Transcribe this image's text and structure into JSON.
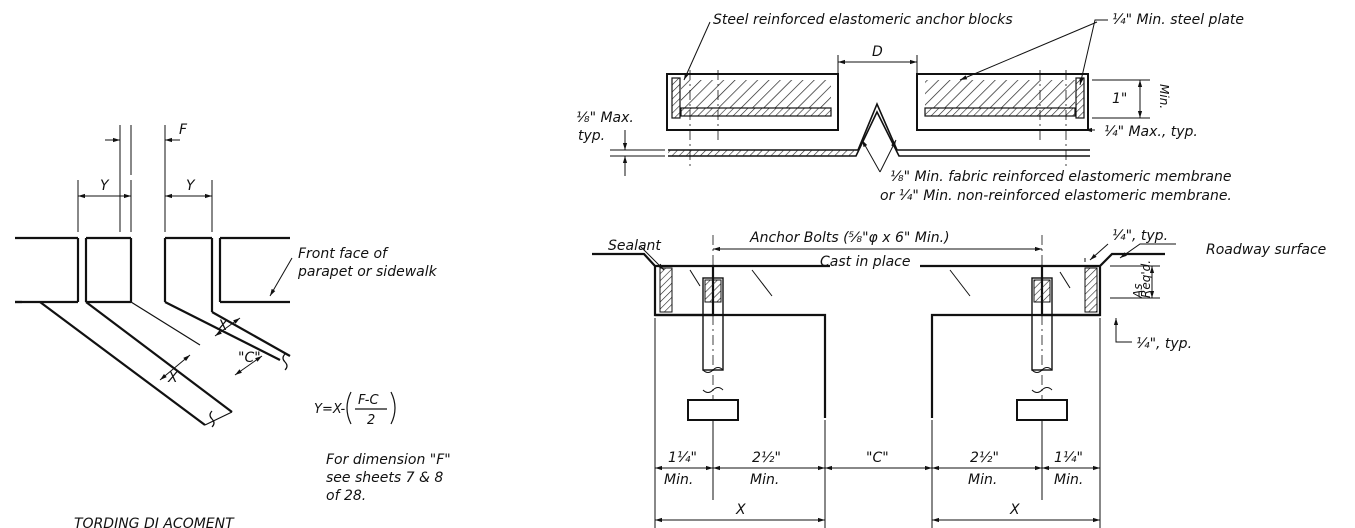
{
  "labels": {
    "dim_F": "F",
    "dim_Y_left": "Y",
    "dim_Y_right": "Y",
    "front_face_1": "Front face of",
    "front_face_2": "parapet or sidewalk",
    "dim_X_skew_a": "X",
    "dim_X_skew_b": "X",
    "dim_C_skew": "\"C\"",
    "formula_prefix": "Y=X-",
    "formula_num": "F-C",
    "formula_den": "2",
    "note_F_1": "For dimension \"F\"",
    "note_F_2": "see sheets 7 & 8",
    "note_F_3": "of 28.",
    "caption_cut": "TORDING DI ACOMENT",
    "anchor_blocks": "Steel reinforced elastomeric anchor blocks",
    "steel_plate": "¼\" Min. steel plate",
    "dim_D": "D",
    "one_inch": "1\"",
    "min_v": "Min.",
    "eighth_max": "⅛\" Max.",
    "typ": "typ.",
    "quarter_max": "¼\" Max., typ.",
    "membrane_1": "⅛\" Min. fabric reinforced elastomeric membrane",
    "membrane_2": "or ¼\" Min. non-reinforced elastomeric membrane.",
    "sealant": "Sealant",
    "anchor_bolts": "Anchor Bolts (⅝\"φ x 6\" Min.)",
    "cast_in_place": "Cast in place",
    "quarter_typ_top": "¼\", typ.",
    "roadway": "Roadway surface",
    "as_reqd_1": "As",
    "as_reqd_2": "Req'd.",
    "quarter_typ_bot": "¼\", typ.",
    "d_1_14_l": "1¼\"",
    "d_2_12_l": "2½\"",
    "d_C": "\"C\"",
    "d_2_12_r": "2½\"",
    "d_1_14_r": "1¼\"",
    "min_1": "Min.",
    "min_2": "Min.",
    "min_3": "Min.",
    "min_4": "Min.",
    "bottom_X_l": "X",
    "bottom_X_r": "X"
  }
}
